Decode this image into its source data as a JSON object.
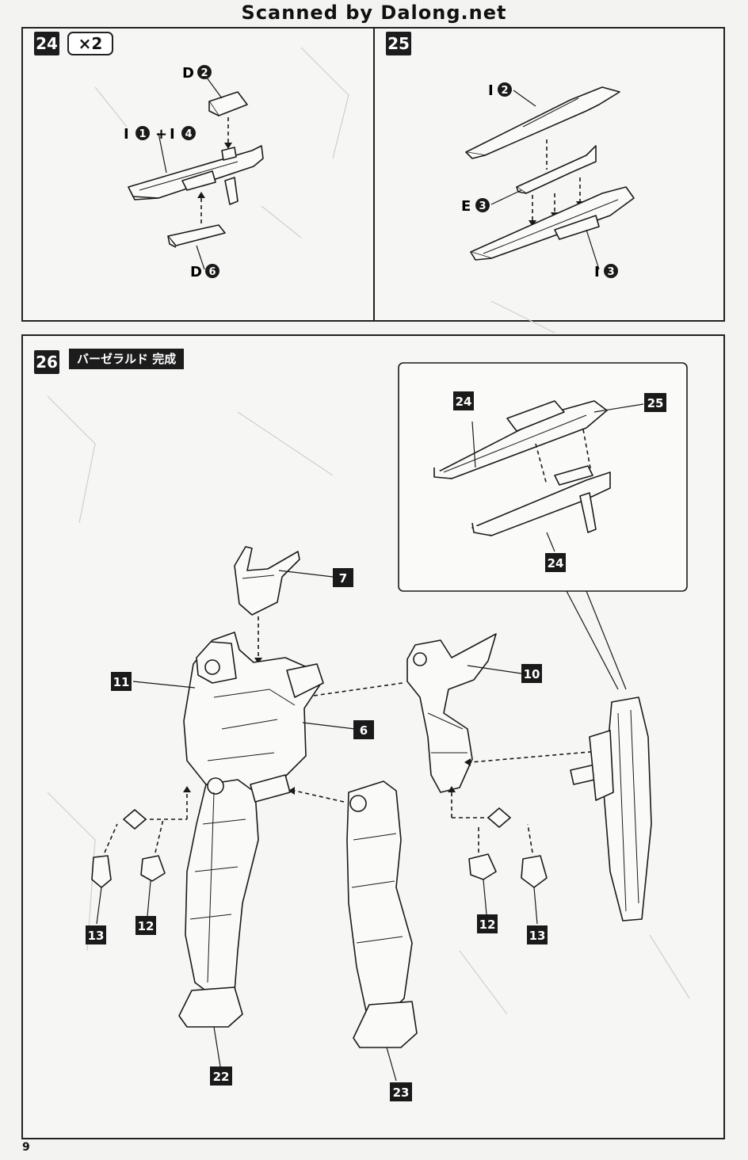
{
  "header": {
    "scan_credit": "Scanned by Dalong.net"
  },
  "page": {
    "number": "9"
  },
  "steps": [
    {
      "id": "24",
      "multiplier": "×2",
      "parts": [
        {
          "runner": "D",
          "num": "2"
        },
        {
          "runner": "I",
          "num": "1",
          "plus_runner": "I",
          "plus_num": "4"
        },
        {
          "runner": "D",
          "num": "6"
        }
      ]
    },
    {
      "id": "25",
      "parts": [
        {
          "runner": "I",
          "num": "2"
        },
        {
          "runner": "E",
          "num": "3"
        },
        {
          "runner": "I",
          "num": "3"
        }
      ]
    },
    {
      "id": "26",
      "title": "バーゼラルド 完成",
      "inset_refs": [
        "24",
        "25",
        "24"
      ],
      "callouts": [
        "7",
        "11",
        "10",
        "6",
        "13",
        "12",
        "12",
        "13",
        "22",
        "23"
      ]
    }
  ],
  "icons": {
    "runner_number": "filled-circle-number",
    "hand_swap": "diamond-pc-icon"
  },
  "colors": {
    "ink": "#1c1c1c",
    "paper": "#f6f6f4"
  }
}
